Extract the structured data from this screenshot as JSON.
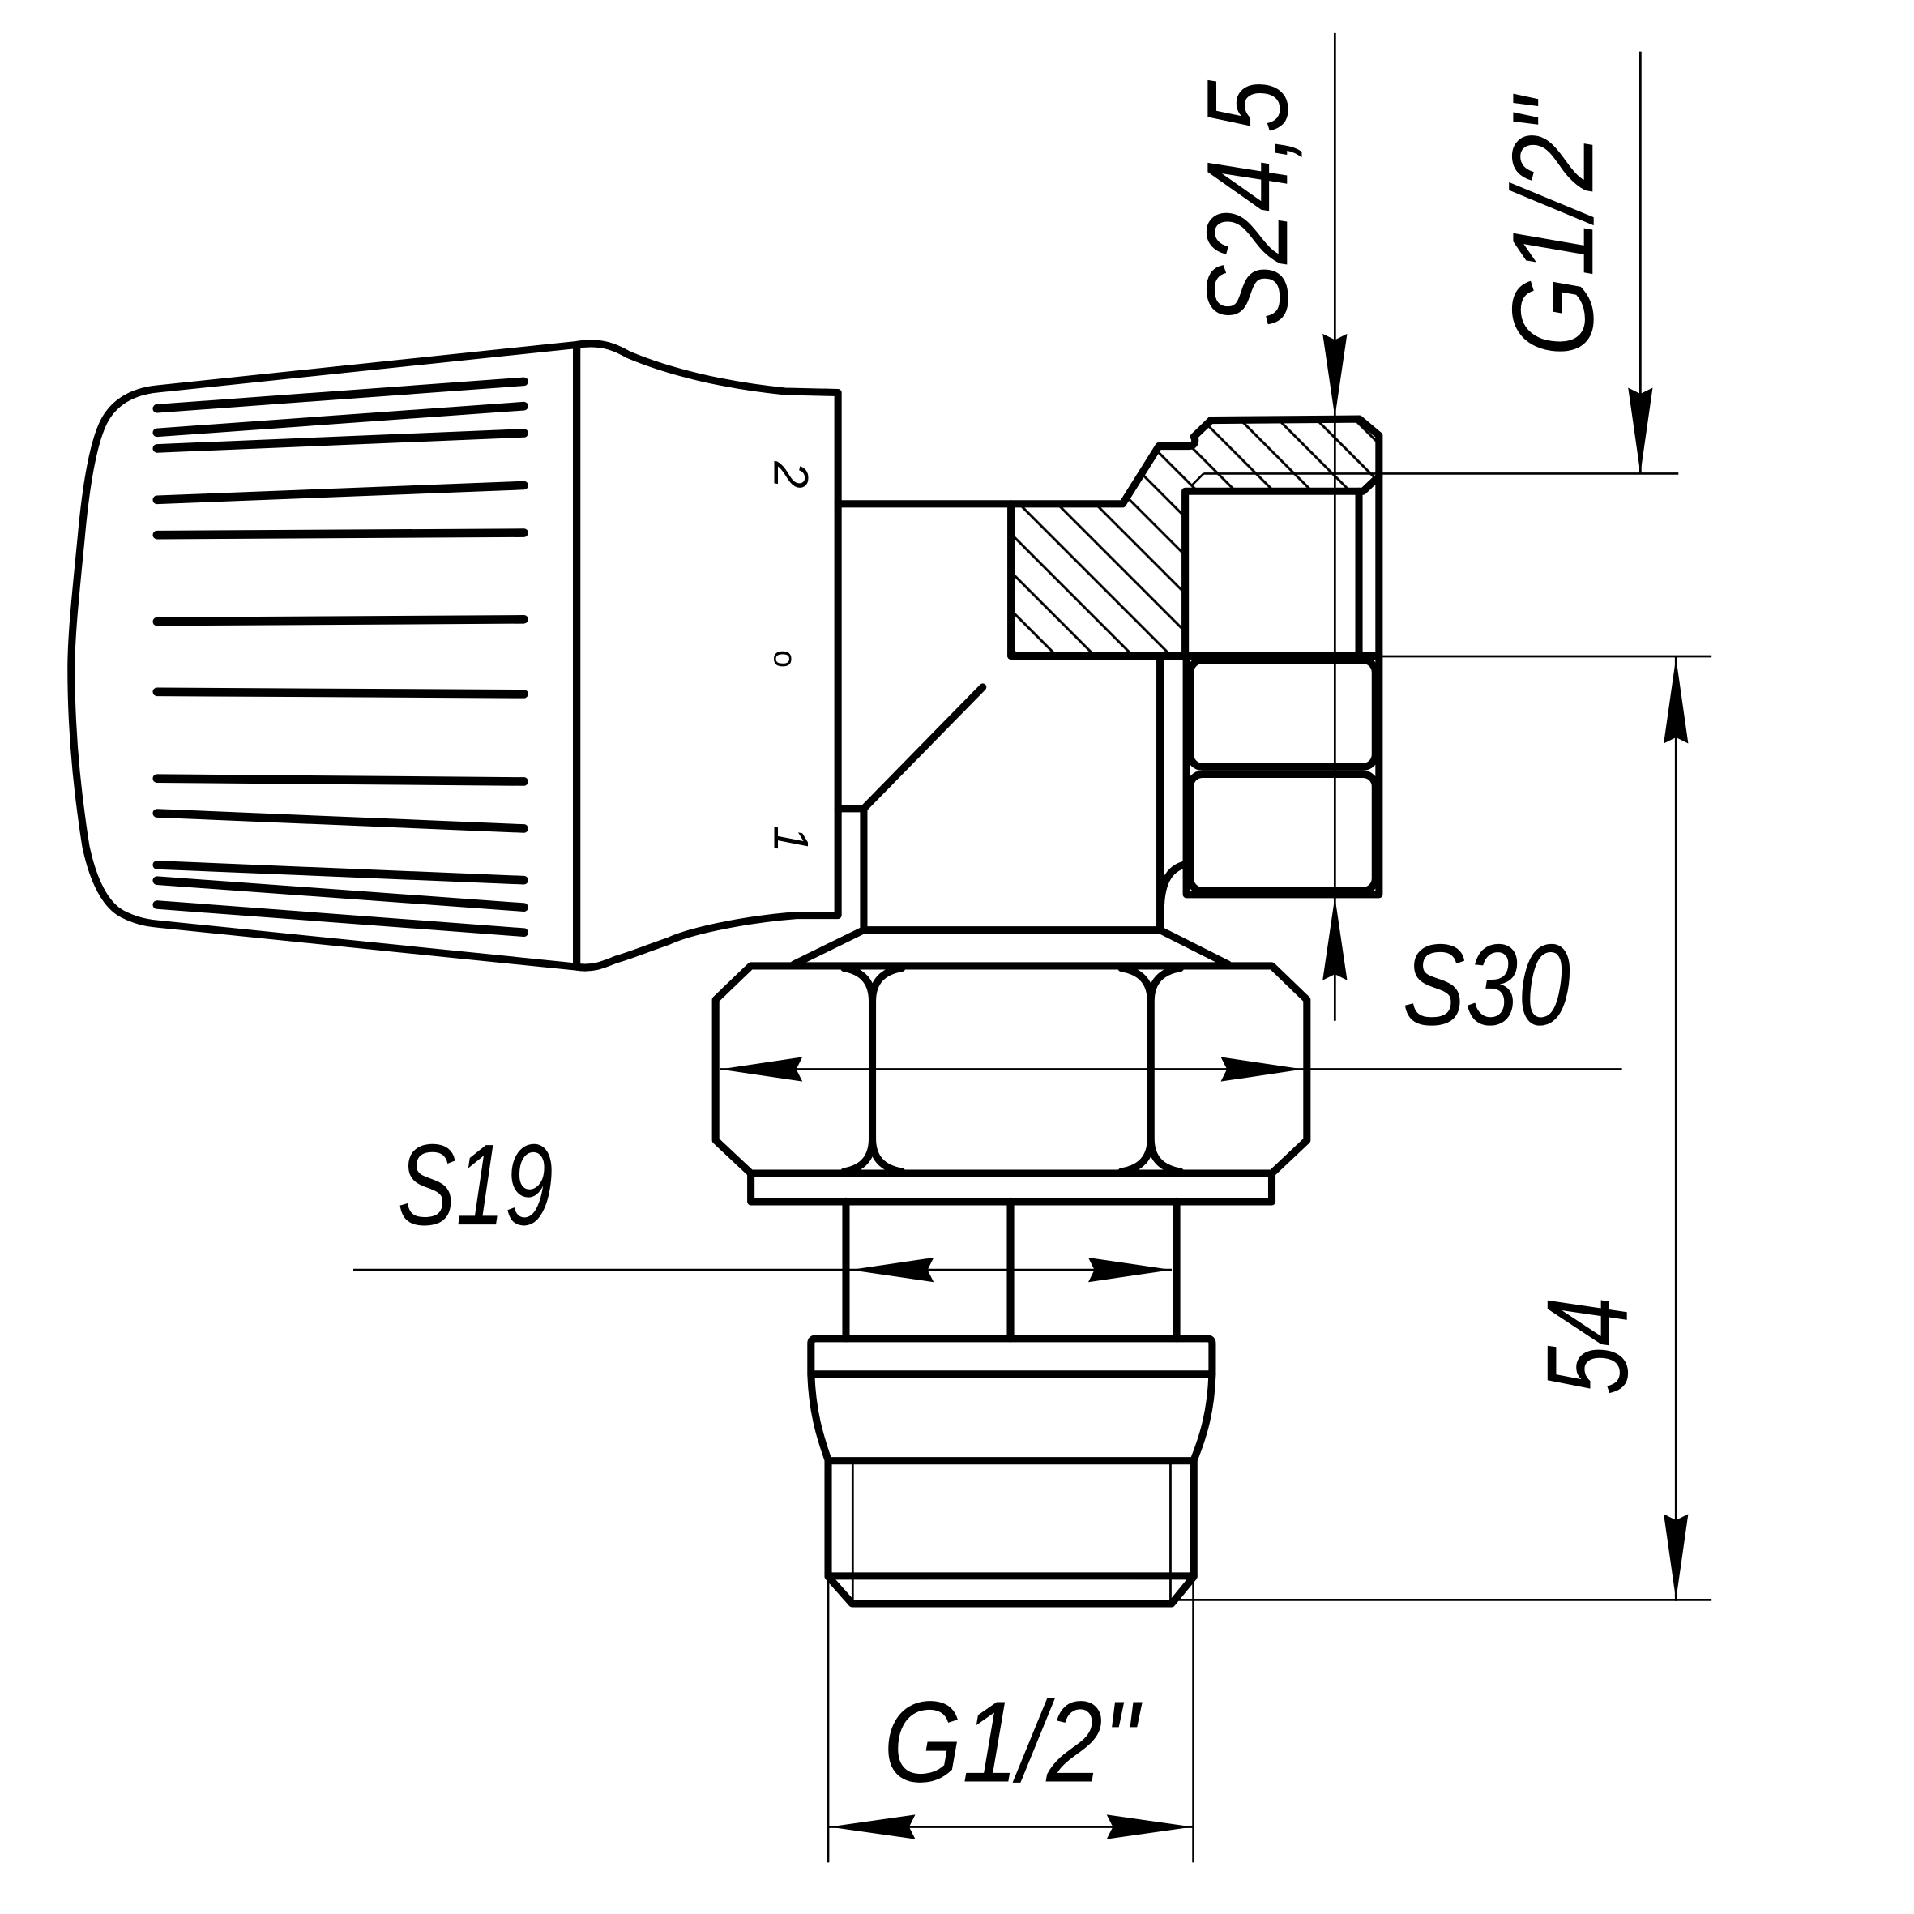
{
  "drawing": {
    "type": "technical drawing - angled radiator thermostatic valve",
    "line_color": "#000000",
    "background": "#ffffff",
    "knob_labels": {
      "upper": "2",
      "middle": "o",
      "lower": "1"
    },
    "dimensions": {
      "top_nut_wrench_size": "S24,5",
      "top_connection_thread": "G1/2\"",
      "union_nut_wrench_size": "S30",
      "stem_wrench_size": "S19",
      "overall_height": "54",
      "bottom_connection_thread": "G1/2\""
    }
  }
}
